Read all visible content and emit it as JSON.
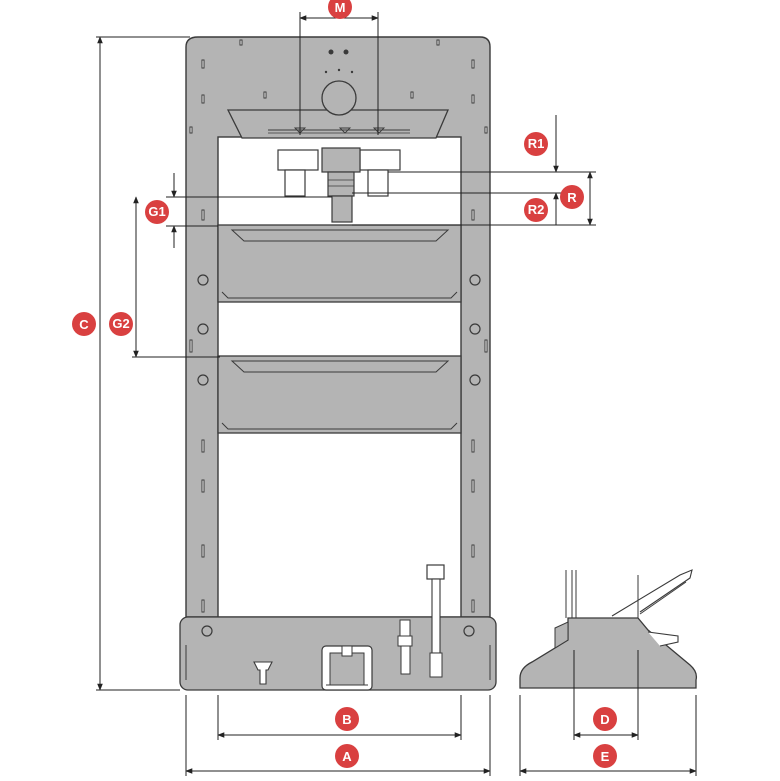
{
  "colors": {
    "frame_fill": "#b4b4b4",
    "frame_stroke": "#3a3a3a",
    "dim_line": "#222222",
    "badge": "#d94040",
    "badge_text": "#ffffff",
    "background": "#ffffff"
  },
  "labels": {
    "M": "M",
    "R1": "R1",
    "R": "R",
    "R2": "R2",
    "G1": "G1",
    "G2": "G2",
    "C": "C",
    "B": "B",
    "A": "A",
    "D": "D",
    "E": "E"
  }
}
